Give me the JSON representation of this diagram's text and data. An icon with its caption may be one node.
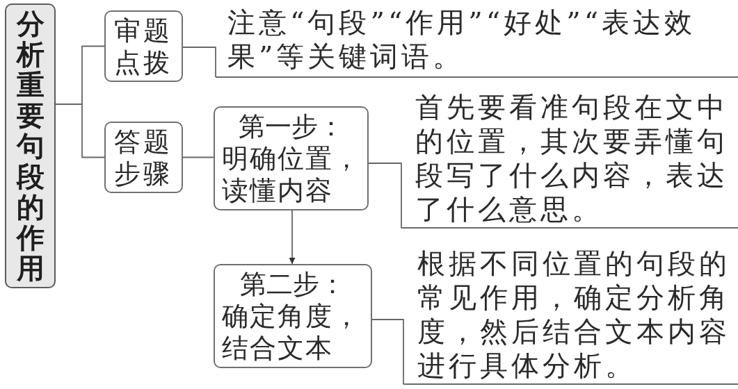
{
  "diagram": {
    "nodes": [
      {
        "text": [
          "分析重要句段的作用"
        ]
      },
      {
        "text": [
          "审题点拨"
        ]
      },
      {
        "text": [
          "注意“句段”“作用”“好处”“表达效果”等关键词语。"
        ]
      },
      {
        "text": [
          "答题步骤"
        ]
      },
      {
        "text": [
          "第一步：",
          "明确位置，读懂内容"
        ]
      },
      {
        "text": [
          "首先要看准句段在文中的位置，其次要弄懂句段写了什么内容，表达了什么意思。"
        ]
      },
      {
        "text": [
          "第二步：",
          "确定角度，结合文本"
        ]
      },
      {
        "text": [
          "根据不同位置的句段的常见作用，确定分析角度，然后结合文本内容进行具体分析。"
        ]
      }
    ],
    "edges": [
      {
        "from": 0,
        "to": 1,
        "arrow": "none"
      },
      {
        "from": 0,
        "to": 3,
        "arrow": "none"
      },
      {
        "from": 1,
        "to": 2,
        "arrow": "none"
      },
      {
        "from": 3,
        "to": 4,
        "arrow": "none"
      },
      {
        "from": 4,
        "to": 5,
        "arrow": "none"
      },
      {
        "from": 4,
        "to": 6,
        "arrow": "to"
      },
      {
        "from": 6,
        "to": 7,
        "arrow": "none"
      }
    ]
  }
}
